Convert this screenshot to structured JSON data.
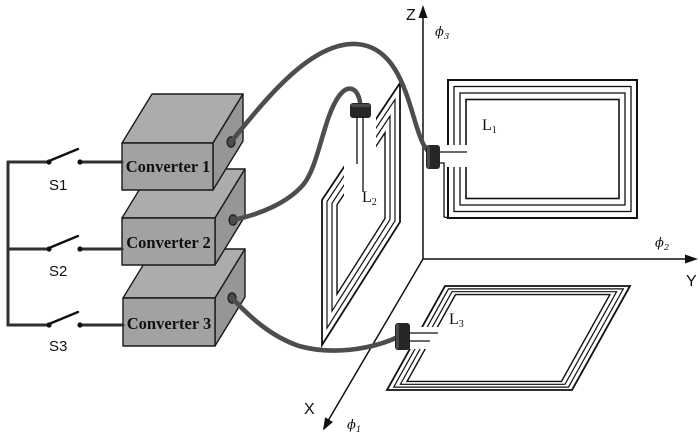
{
  "scene": {
    "axes": {
      "x_label": "X",
      "y_label": "Y",
      "z_label": "Z"
    },
    "flux": {
      "symbol": "ϕ",
      "phi1_sub": "1",
      "phi2_sub": "2",
      "phi3_sub": "3"
    },
    "converters": [
      {
        "label": "Converter 1"
      },
      {
        "label": "Converter 2"
      },
      {
        "label": "Converter 3"
      }
    ],
    "switches": [
      {
        "label": "S1"
      },
      {
        "label": "S2"
      },
      {
        "label": "S3"
      }
    ],
    "coils": [
      {
        "base": "L",
        "sub": "1"
      },
      {
        "base": "L",
        "sub": "2"
      },
      {
        "base": "L",
        "sub": "3"
      }
    ],
    "colors": {
      "background": "#ffffff",
      "line": "#111111",
      "cable": "#4d4d4d",
      "wire": "#2f2f2f",
      "box_front": "#a2a2a2",
      "box_top": "#acacac",
      "box_side": "#969696",
      "box_edge": "#1a1a1a",
      "connector": "#262626",
      "port": "#4a4a4a"
    }
  }
}
